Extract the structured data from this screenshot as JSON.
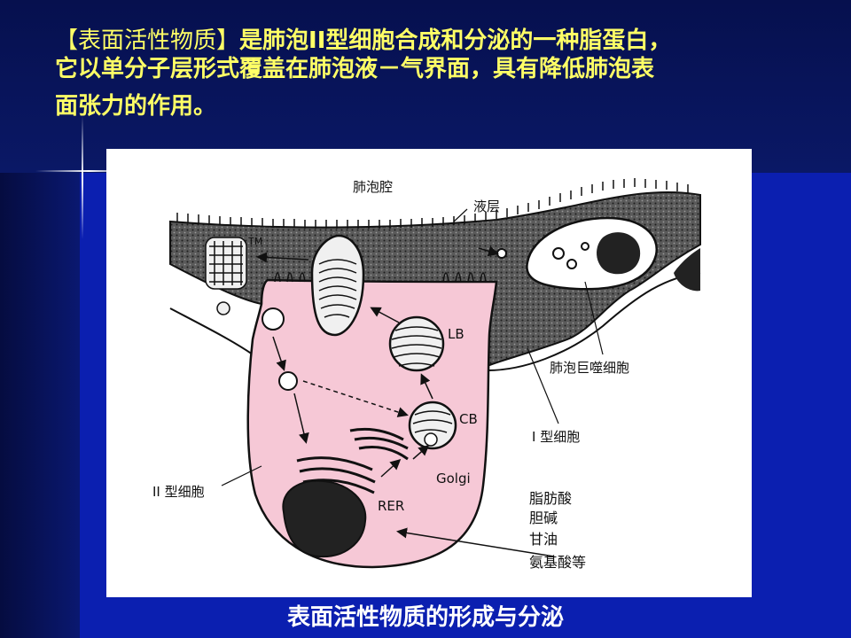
{
  "slide": {
    "title_lead": "【表面活性物质】",
    "title_line1_rest": "是肺泡II型细胞合成和分泌的一种脂蛋白，",
    "title_line2": "它以单分子层形式覆盖在肺泡液－气界面，具有降低肺泡表",
    "title_line3": "面张力的作用。",
    "caption": "表面活性物质的形成与分泌"
  },
  "diagram": {
    "labels": {
      "alveolar_cavity": "肺泡腔",
      "liquid_layer": "液层",
      "tm": "TM",
      "lb": "LB",
      "cb": "CB",
      "golgi": "Golgi",
      "rer": "RER",
      "type2_cell": "II 型细胞",
      "type1_cell": "I 型细胞",
      "macrophage": "肺泡巨噬细胞",
      "fatty_acid": "脂肪酸",
      "choline": "胆碱",
      "glycerol": "甘油",
      "amino_acids": "氨基酸等"
    }
  }
}
